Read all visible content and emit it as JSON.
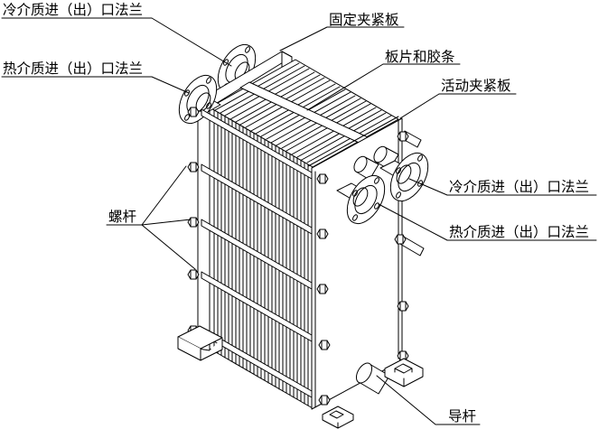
{
  "colors": {
    "line": "#000000",
    "background": "#ffffff"
  },
  "callouts": [
    {
      "id": "cold-flange-left",
      "text": "冷介质进（出）口法兰"
    },
    {
      "id": "hot-flange-left",
      "text": "热介质进（出）口法兰"
    },
    {
      "id": "fixed-clamping-plate",
      "text": "固定夹紧板"
    },
    {
      "id": "plates-and-gaskets",
      "text": "板片和胶条"
    },
    {
      "id": "movable-clamping-plate",
      "text": "活动夹紧板"
    },
    {
      "id": "cold-flange-right",
      "text": "冷介质进（出）口法兰"
    },
    {
      "id": "hot-flange-right",
      "text": "热介质进（出）口法兰"
    },
    {
      "id": "screw-rod",
      "text": "螺杆"
    },
    {
      "id": "guide-rod",
      "text": "导杆"
    }
  ]
}
